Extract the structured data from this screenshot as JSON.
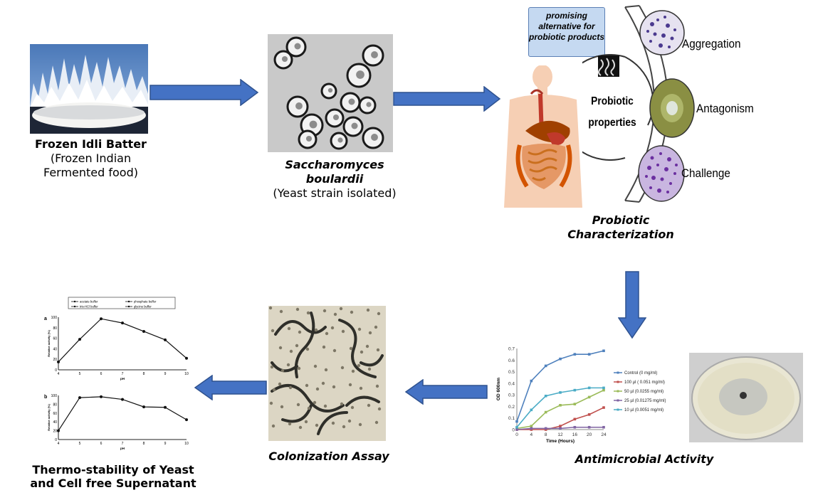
{
  "step1": {
    "title": "Frozen Idli Batter",
    "line2": "(Frozen Indian",
    "line3": "Fermented food)"
  },
  "step2": {
    "title": "Saccharomyces boulardii",
    "subtitle": "(Yeast strain isolated)"
  },
  "step3": {
    "note": "promising alternative for probiotic products",
    "hub_label_1": "Probiotic",
    "hub_label_2": "properties",
    "properties": [
      "Aggregation",
      "Antagonism",
      "Challenge"
    ],
    "caption_1": "Probiotic",
    "caption_2": "Characterization"
  },
  "step4": {
    "caption": "Antimicrobial Activity"
  },
  "step5": {
    "caption": "Colonization Assay"
  },
  "step6": {
    "caption_1": "Thermo-stability of Yeast",
    "caption_2": "and Cell free Supernatant"
  },
  "colors": {
    "arrow_fill": "#4472c4",
    "arrow_stroke": "#2f528f"
  },
  "chart_data": [
    {
      "type": "line",
      "xlabel": "Time (Hours)",
      "ylabel": "OD 600nm",
      "x": [
        0,
        4,
        8,
        12,
        16,
        20,
        24
      ],
      "xlim": [
        0,
        24
      ],
      "ylim": [
        0,
        0.7
      ],
      "yticks": [
        0,
        0.1,
        0.2,
        0.3,
        0.4,
        0.5,
        0.6,
        0.7
      ],
      "legend_position": "right",
      "series": [
        {
          "name": "Control (0 mg/ml)",
          "color": "#4f81bd",
          "values": [
            0.07,
            0.42,
            0.55,
            0.61,
            0.65,
            0.65,
            0.68
          ]
        },
        {
          "name": "100 µl ( 0.051 mg/ml)",
          "color": "#c0504d",
          "values": [
            0,
            0,
            0,
            0.03,
            0.09,
            0.13,
            0.19
          ]
        },
        {
          "name": "50 µl (0.0255 mg/ml)",
          "color": "#9bbb59",
          "values": [
            0.01,
            0.03,
            0.15,
            0.21,
            0.22,
            0.28,
            0.34
          ]
        },
        {
          "name": "25 µl (0.01275 mg/ml)",
          "color": "#8064a2",
          "values": [
            0,
            0.01,
            0.01,
            0.01,
            0.02,
            0.02,
            0.02
          ]
        },
        {
          "name": "10 µl (0.0051 mg/ml)",
          "color": "#4bacc6",
          "values": [
            0.02,
            0.17,
            0.29,
            0.32,
            0.34,
            0.36,
            0.36
          ]
        }
      ]
    },
    {
      "type": "line",
      "panel_label": "a",
      "xlabel": "pH",
      "ylabel": "Relative activity (%)",
      "x": [
        4,
        5,
        6,
        7,
        8,
        9,
        10
      ],
      "xlim": [
        4,
        10
      ],
      "ylim": [
        0,
        100
      ],
      "yticks": [
        0,
        20,
        40,
        60,
        80,
        100
      ],
      "legend_position": "top",
      "legend": [
        "acetate buffer",
        "phosphate buffer",
        "tris-HCl buffer",
        "glycine buffer"
      ],
      "series": [
        {
          "values": [
            15,
            58,
            97,
            89,
            73,
            57,
            22
          ]
        }
      ]
    },
    {
      "type": "line",
      "panel_label": "b",
      "xlabel": "pH",
      "ylabel": "Relative activity (%)",
      "x": [
        4,
        5,
        6,
        7,
        8,
        9,
        10
      ],
      "xlim": [
        4,
        10
      ],
      "ylim": [
        0,
        100
      ],
      "yticks": [
        0,
        20,
        40,
        60,
        80,
        100
      ],
      "series": [
        {
          "values": [
            20,
            95,
            97,
            91,
            74,
            73,
            45
          ]
        }
      ]
    }
  ]
}
